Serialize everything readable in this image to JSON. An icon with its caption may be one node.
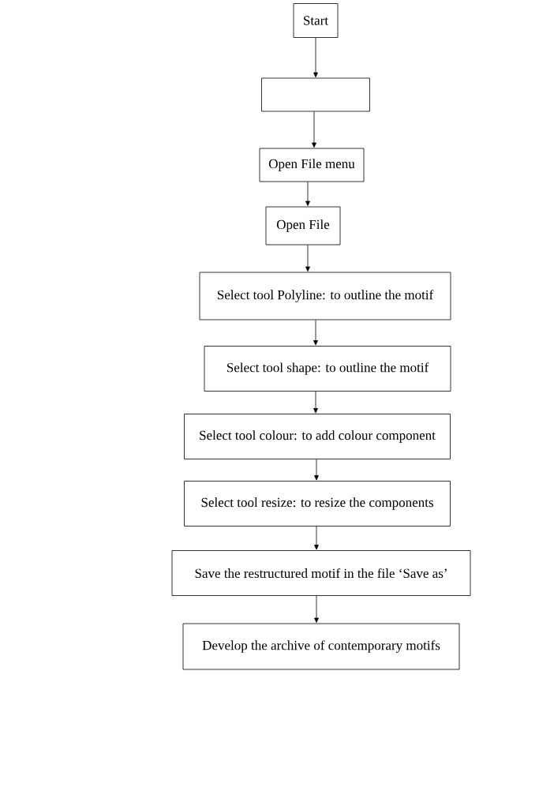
{
  "diagram": {
    "nodes": [
      {
        "text": [
          "Start"
        ]
      },
      {
        "text": [],
        "shape": "box"
      },
      {
        "text": [
          "Open File menu"
        ]
      },
      {
        "text": [
          "Open File"
        ]
      },
      {
        "text": [
          "Select tool Polyline: to outline the motif"
        ]
      },
      {
        "text": [
          "Select tool shape: to outline the motif"
        ]
      },
      {
        "text": [
          "Select tool colour: to add colour component"
        ]
      },
      {
        "text": [
          "Select tool resize: to resize the components"
        ]
      },
      {
        "text": [
          "Save the restructured motif in the file ‘Save as’"
        ]
      },
      {
        "text": [
          "Develop the archive of contemporary motifs"
        ]
      }
    ],
    "edges": [
      {
        "from": 0,
        "to": 1,
        "arrow": "to"
      },
      {
        "from": 1,
        "to": 2,
        "arrow": "to"
      },
      {
        "from": 2,
        "to": 3,
        "arrow": "to"
      },
      {
        "from": 3,
        "to": 4,
        "arrow": "to"
      },
      {
        "from": 4,
        "to": 5,
        "arrow": "to"
      },
      {
        "from": 5,
        "to": 6,
        "arrow": "to"
      },
      {
        "from": 6,
        "to": 7,
        "arrow": "to"
      },
      {
        "from": 7,
        "to": 8,
        "arrow": "to"
      },
      {
        "from": 8,
        "to": 9,
        "arrow": "to"
      }
    ]
  }
}
